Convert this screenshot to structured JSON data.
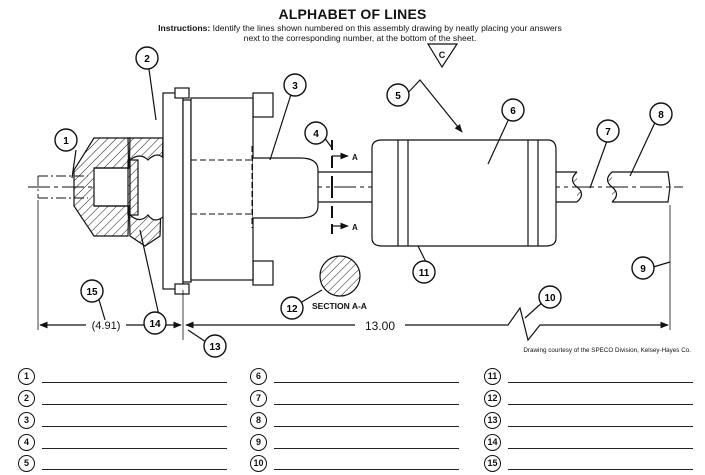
{
  "title": "ALPHABET OF LINES",
  "instructions": {
    "label": "Instructions:",
    "text": "Identify the lines shown numbered on this assembly drawing by neatly placing your answers next to the corresponding number, at the bottom of the sheet."
  },
  "drawing": {
    "callouts": [
      "1",
      "2",
      "3",
      "4",
      "5",
      "6",
      "7",
      "8",
      "9",
      "10",
      "11",
      "12",
      "13",
      "14",
      "15"
    ],
    "cut_labels": [
      "A",
      "A"
    ],
    "section_label": "SECTION A-A",
    "dim_left": "(4.91)",
    "dim_right": "13.00",
    "finish_mark": "C"
  },
  "credit": "Drawing courtesy of the SPECO Division, Kelsey-Hayes Co.",
  "answers": [
    "1",
    "2",
    "3",
    "4",
    "5",
    "6",
    "7",
    "8",
    "9",
    "10",
    "11",
    "12",
    "13",
    "14",
    "15"
  ]
}
